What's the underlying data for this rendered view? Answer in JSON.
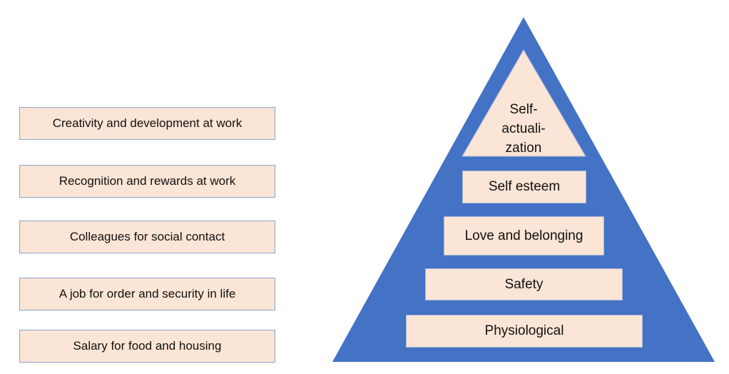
{
  "colors": {
    "pyramid": "#4472C4",
    "box_fill": "#FBE5D6"
  },
  "work_needs": [
    "Creativity and development at work",
    "Recognition and rewards at work",
    "Colleagues for social contact",
    "A job for order and security in life",
    "Salary for food and housing"
  ],
  "pyramid": {
    "apex_lines": [
      "Self-",
      "actuali-",
      "zation"
    ],
    "levels": [
      "Self esteem",
      "Love and belonging",
      "Safety",
      "Physiological"
    ]
  }
}
